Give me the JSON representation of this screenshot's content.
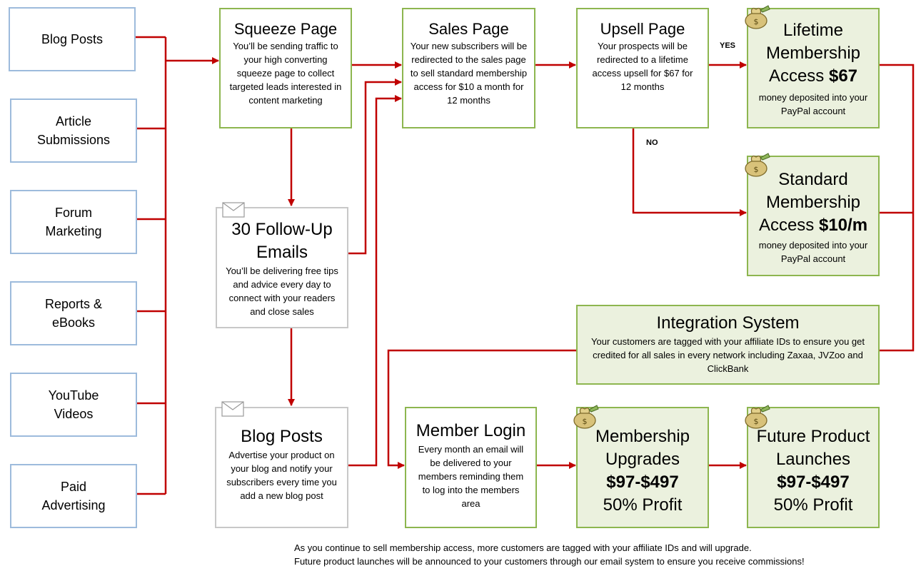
{
  "sources": [
    {
      "label": "Blog Posts"
    },
    {
      "label": "Article\nSubmissions"
    },
    {
      "label": "Forum\nMarketing"
    },
    {
      "label": "Reports &\neBooks"
    },
    {
      "label": "YouTube\nVideos"
    },
    {
      "label": "Paid\nAdvertising"
    }
  ],
  "squeeze": {
    "title": "Squeeze Page",
    "desc": "You’ll be sending traffic to your high converting squeeze page to collect targeted leads interested in content marketing"
  },
  "sales": {
    "title": "Sales Page",
    "desc": "Your new subscribers will be redirected to the sales page to sell standard membership access for $10 a month for 12 months"
  },
  "upsell": {
    "title": "Upsell Page",
    "desc": "Your prospects will be redirected to a lifetime access upsell for $67 for 12 months"
  },
  "lifetime": {
    "title": "Lifetime Membership",
    "access": "Access",
    "price": "$67",
    "desc": "money deposited into your PayPal account"
  },
  "standard": {
    "title": "Standard Membership",
    "access": "Access",
    "price": "$10/m",
    "desc": "money deposited into your PayPal account"
  },
  "followup": {
    "title": "30 Follow-Up Emails",
    "desc": "You’ll be delivering free tips and advice every day to connect with your readers and close sales"
  },
  "blogposts": {
    "title": "Blog Posts",
    "desc": "Advertise your product on your blog and notify your subscribers every time you add a new blog post"
  },
  "integration": {
    "title": "Integration System",
    "desc": "Your customers are tagged with your affiliate IDs to ensure you get credited for all sales in every network including Zaxaa, JVZoo and ClickBank"
  },
  "login": {
    "title": "Member Login",
    "desc": "Every month an email will be delivered to your members reminding them to log into the members area"
  },
  "upgrades": {
    "title": "Membership Upgrades",
    "price": "$97-$497",
    "profit": "50% Profit"
  },
  "launches": {
    "title": "Future Product Launches",
    "price": "$97-$497",
    "profit": "50% Profit"
  },
  "labels": {
    "yes": "YES",
    "no": "NO"
  },
  "footer": {
    "line1": "As you continue to sell membership access, more customers are tagged with your affiliate IDs and will upgrade.",
    "line2": "Future product launches will be announced to your customers through our email system to ensure you receive commissions!"
  },
  "colors": {
    "arrow": "#c00000",
    "green_border": "#8db64f",
    "green_fill": "#ebf1de",
    "blue_border": "#9dbbdc",
    "grey_border": "#c8c8c8"
  },
  "icons": {
    "money": "money-bag-icon",
    "mail": "envelope-icon"
  }
}
